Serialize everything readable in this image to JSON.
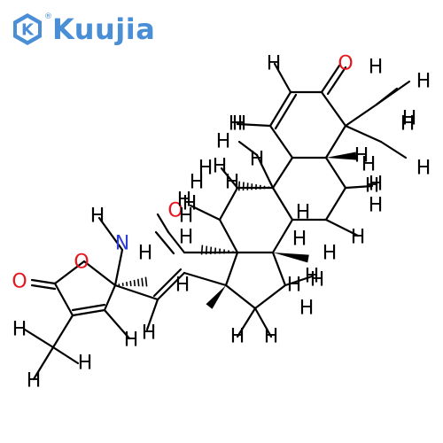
{
  "brand": {
    "name": "Kuujia",
    "badge_letter": "K",
    "registered_mark": "®",
    "color": "#4a8fd6"
  },
  "structure": {
    "atom_colors": {
      "C": "#000000",
      "H": "#000000",
      "O": "#e8141c",
      "N": "#2d3fd4"
    },
    "atom_labels": {
      "oxygen_ketone": "O",
      "oxygen_aldehyde": "O",
      "oxygen_lactone_ring": "O",
      "oxygen_lactone_carbonyl": "O",
      "nitrogen": "N",
      "hydrogen": "H"
    }
  }
}
